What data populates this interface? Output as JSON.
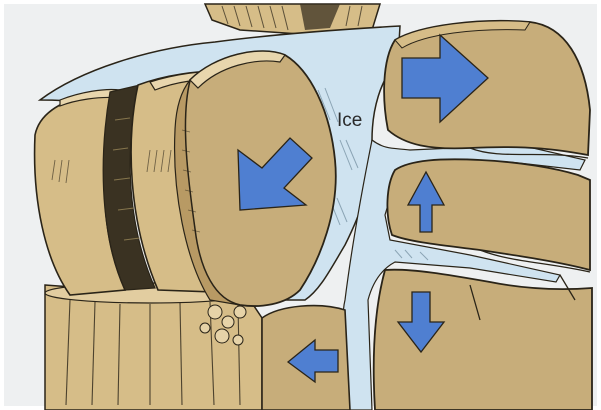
{
  "diagram": {
    "label_ice": "Ice",
    "colors": {
      "background": "#eef0f1",
      "rock": "#d6bd88",
      "rock_face": "#c7ad7a",
      "rock_shadow": "#a88c5a",
      "ice": "#cfe3f0",
      "arrow": "#4f7fd1",
      "outline": "#2a2418",
      "dark_crack": "#3a3222"
    },
    "arrows": [
      {
        "name": "arrow-left-boulder",
        "meaning": "push-down-left"
      },
      {
        "name": "arrow-right-boulder",
        "meaning": "push-right"
      },
      {
        "name": "arrow-middle",
        "meaning": "push-up"
      },
      {
        "name": "arrow-lower-right",
        "meaning": "push-down"
      },
      {
        "name": "arrow-lower-left",
        "meaning": "push-left"
      }
    ]
  }
}
